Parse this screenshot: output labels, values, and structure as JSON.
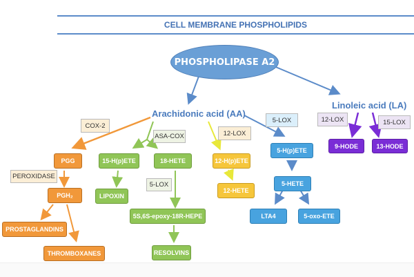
{
  "title": "CELL MEMBRANE PHOSPHOLIPIDS",
  "enzyme_root": "PHOSPHOLIPASE A2",
  "acids": {
    "aa": "Arachidonic acid (AA)",
    "la": "Linoleic acid (LA)"
  },
  "enzymes": {
    "cox2": "COX-2",
    "peroxidase": "PEROXIDASE",
    "asa_cox": "ASA-COX",
    "lox5_green": "5-LOX",
    "lox12_aa": "12-LOX",
    "lox5_blue": "5-LOX",
    "lox12_la": "12-LOX",
    "lox15_la": "15-LOX"
  },
  "products": {
    "pgg": "PGG",
    "pgh2": "PGH₂",
    "prostaglandins": "PROSTAGLANDINS",
    "thromboxanes": "THROMBOXANES",
    "hpete15": "15-H(p)ETE",
    "lipoxin": "LIPOXIN",
    "hete18": "18-HETE",
    "epoxy": "5S,6S-epoxy-18R-HEPE",
    "resolvins": "RESOLVINS",
    "hpete12": "12-H(p)ETE",
    "hete12": "12-HETE",
    "hpete5": "5-H(p)ETE",
    "hete5": "5-HETE",
    "lta4": "LTA4",
    "oxoete": "5-oxo-ETE",
    "hode9": "9-HODE",
    "hode13": "13-HODE"
  },
  "colors": {
    "cox_pathway": "#f1983a",
    "asa_cox_pathway": "#90c557",
    "lox12_pathway": "#f6c63b",
    "lox5_pathway": "#48a3df",
    "la_pathway": "#7a2dd6",
    "header": "#4472b4"
  }
}
